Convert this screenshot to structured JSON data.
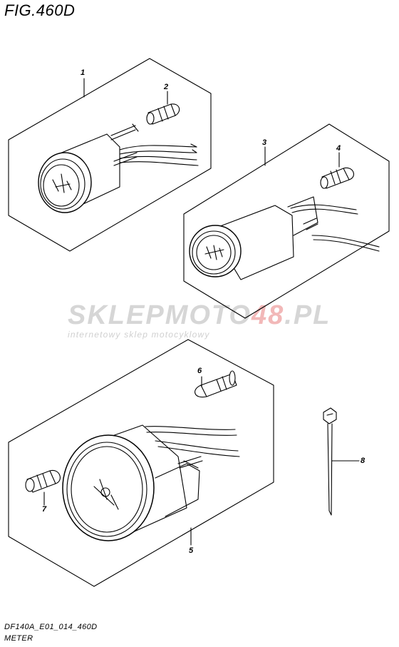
{
  "figure": {
    "title": "FIG.460D"
  },
  "watermark": {
    "brand_part1": "SKLEPMOTO",
    "brand_part2": "48",
    "brand_part3": ".PL",
    "tagline": "internetowy sklep motocyklowy"
  },
  "callouts": [
    "1",
    "2",
    "3",
    "4",
    "5",
    "6",
    "7",
    "8"
  ],
  "footer": {
    "code": "DF140A_E01_014_460D",
    "caption": "METER"
  }
}
